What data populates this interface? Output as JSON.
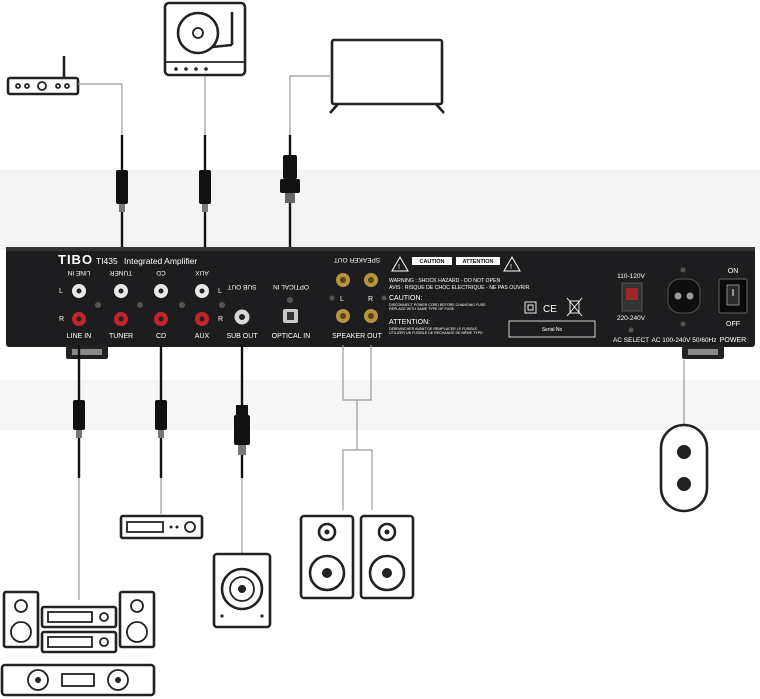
{
  "amplifier": {
    "brand": "TIBO",
    "model": "TI435",
    "product_name": "Integrated Amplifier"
  },
  "inputs": {
    "line_in_top": "LINE IN",
    "tuner_top": "TUNER",
    "cd_top": "CD",
    "aux_top": "AUX",
    "sub_out_top": "SUB OUT",
    "optical_top": "OPTICAL IN",
    "line_in": "LINE IN",
    "tuner": "TUNER",
    "cd": "CD",
    "aux": "AUX",
    "sub_out": "SUB OUT",
    "optical_in": "OPTICAL IN",
    "left": "L",
    "right": "R"
  },
  "speakers": {
    "top_label": "SPEAKER OUT",
    "bottom_label": "SPEAKER OUT",
    "left": "L",
    "right": "R"
  },
  "warnings": {
    "caution_badge": "CAUTION",
    "attention_badge": "ATTENTION",
    "line1": "WARNING : SHOCK HAZARD - DO NOT OPEN",
    "line2": "AVIS : RISQUE DE CHOC ELECTRIQUE - NE PAS OUVRIR",
    "caution_title": "CAUTION:",
    "caution_line1": "DISCONNECT POWER CORD BEFORE CHANGING FUSE.",
    "caution_line2": "REPLACE WITH SAME TYPE OF FUSE.",
    "attention_title": "ATTENTION:",
    "attention_line1": "DEBRANCHER AVANT DE REMPLACER LE FUSIBLE.",
    "attention_line2": "UTILIZER UN FUSIBLE DE RECHANGE DE MÊME TYPE."
  },
  "serial": "Serial No",
  "certifications": {
    "ce": "CE"
  },
  "ac_select": {
    "v_low": "110-120V",
    "v_high": "220-240V",
    "label": "AC SELECT"
  },
  "ac_input": {
    "label": "AC 100-240V 50/60Hz"
  },
  "power": {
    "on": "ON",
    "off": "OFF",
    "label": "POWER"
  },
  "icons": [
    "router-icon",
    "turntable-icon",
    "tv-icon",
    "dvd-player-icon",
    "subwoofer-icon",
    "speaker-icon",
    "hifi-system-icon",
    "figure-8-socket-icon"
  ],
  "colors": {
    "panel": "#1d1d1f",
    "red_jack": "#c0262b",
    "white_jack": "#e8e8e8",
    "icon": "#222222",
    "gold": "#b6933e"
  }
}
